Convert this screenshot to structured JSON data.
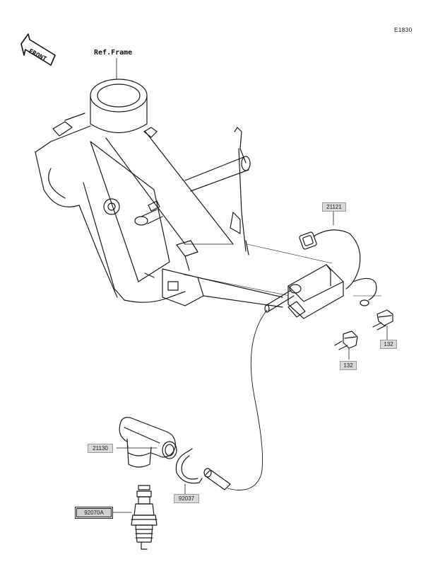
{
  "diagram_id": "E1830",
  "front_label": "FRONT",
  "ref_frame": "Ref.Frame",
  "parts": {
    "ignition_coil": "21121",
    "bolt_right": "132",
    "bolt_lower": "132",
    "plug_cap": "21130",
    "clamp": "92037",
    "spark_plug": "92070A"
  }
}
